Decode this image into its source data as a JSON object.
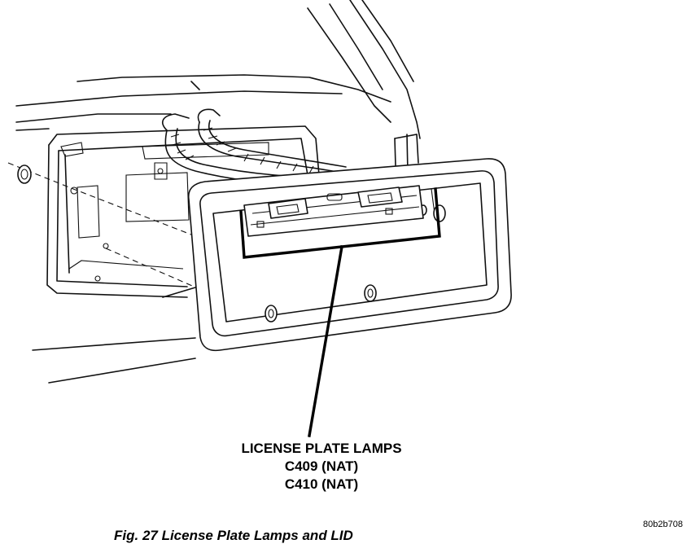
{
  "callout": {
    "line1": "LICENSE PLATE LAMPS",
    "line2": "C409 (NAT)",
    "line3": "C410 (NAT)"
  },
  "reference_code": "80b2b708",
  "caption": "Fig. 27 License Plate Lamps and LID"
}
